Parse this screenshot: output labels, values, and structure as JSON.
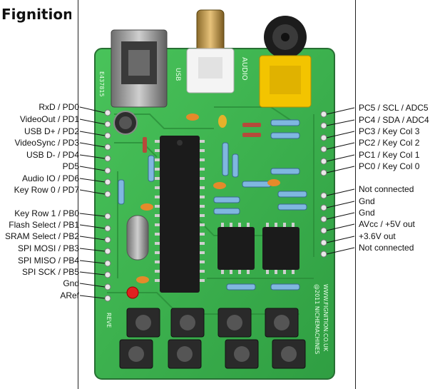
{
  "logo": {
    "text": "Fignition"
  },
  "board": {
    "silkscreen": {
      "usb": "USB",
      "audio": "AUDIO",
      "id": "E437815",
      "website": "WWW.FIGNITION.CO.UK",
      "maker": "@2011 NICHEMACHINES",
      "rev": "REVE"
    },
    "colors": {
      "pcb": "#3bb54a",
      "pcb_dark": "#2b8f3a",
      "chip": "#1b1b1b",
      "rca_yellow": "#f3c400",
      "usb_body": "#9a9a9a"
    }
  },
  "left_labels": [
    "RxD / PD0",
    "VideoOut / PD1",
    "USB D+ / PD2",
    "VideoSync / PD3",
    "USB D- / PD4",
    "PD5",
    "Audio IO / PD6",
    "Key Row 0 / PD7",
    "Key Row 1 / PB0",
    "Flash Select / PB1",
    "SRAM Select / PB2",
    "SPI MOSI / PB3",
    "SPI MISO / PB4",
    "SPI SCK / PB5",
    "Gnd",
    "ARef"
  ],
  "right_labels": [
    "PC5 / SCL / ADC5",
    "PC4 / SDA / ADC4",
    "PC3 / Key Col 3",
    "PC2 / Key Col 2",
    "PC1 / Key Col 1",
    "PC0 / Key Col 0",
    "Not connected",
    "Gnd",
    "Gnd",
    "AVcc / +5V out",
    "+3.6V out",
    "Not connected"
  ]
}
